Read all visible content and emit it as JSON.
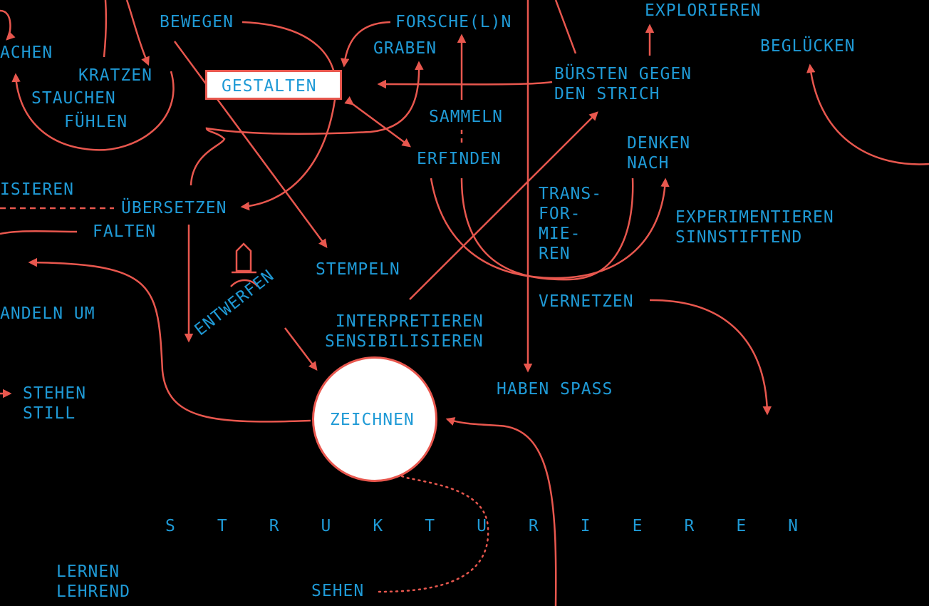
{
  "colors": {
    "background": "#000000",
    "text": "#1f9ad6",
    "lines": "#e8574e",
    "node_fill": "#ffffff"
  },
  "words": {
    "bewegen": "BEWEGEN",
    "forschen": "FORSCHE(L)N",
    "explorieren": "EXPLORIEREN",
    "beglucken": "BEGLÜCKEN",
    "achen": "ACHEN",
    "kratzen": "KRATZEN",
    "stauchen": "STAUCHEN",
    "fuhlen": "FÜHLEN",
    "graben": "GRABEN",
    "gestalten": "GESTALTEN",
    "bursten": "BÜRSTEN GEGEN\nDEN STRICH",
    "sammeln": "SAMMELN",
    "erfinden": "ERFINDEN",
    "denken": "DENKEN\nNACH",
    "isieren": "ISIEREN",
    "ubersetzen": "ÜBERSETZEN",
    "falten": "FALTEN",
    "transformieren": "TRANS-\nFOR-\nMIE-\nREN",
    "experimentieren": "EXPERIMENTIEREN\nSINNSTIFTEND",
    "stempeln": "STEMPELN",
    "andeln_um": "ANDELN UM",
    "vernetzen": "VERNETZEN",
    "interpretieren": "INTERPRETIEREN\nSENSIBILISIEREN",
    "entwerfen": "ENTWERFEN",
    "haben_spass": "HABEN SPASS",
    "stehen_still": "STEHEN\nSTILL",
    "zeichnen": "ZEICHNEN",
    "strukturieren": "STRUKTURIEREN",
    "lernen": "LERNEN\nLEHREND",
    "sehen": "SEHEN"
  }
}
